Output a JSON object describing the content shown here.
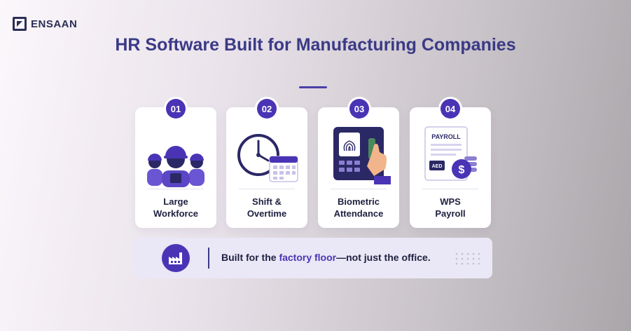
{
  "brand": {
    "name": "ENSAAN"
  },
  "title": "HR Software Built for Manufacturing Companies",
  "cards": [
    {
      "number": "01",
      "line1": "Large",
      "line2": "Workforce",
      "icon": "workers-icon"
    },
    {
      "number": "02",
      "line1": "Shift &",
      "line2": "Overtime",
      "icon": "clock-calendar-icon"
    },
    {
      "number": "03",
      "line1": "Biometric",
      "line2": "Attendance",
      "icon": "fingerprint-scanner-icon"
    },
    {
      "number": "04",
      "line1": "WPS",
      "line2": "Payroll",
      "icon": "payroll-document-icon",
      "doc_title": "PAYROLL",
      "currency": "AED"
    }
  ],
  "banner": {
    "prefix": "Built for the ",
    "highlight": "factory floor",
    "suffix": "—not just the office.",
    "icon": "factory-icon"
  },
  "colors": {
    "accent": "#4a34b5",
    "title": "#3b3a86",
    "banner_bg": "#eae7f6"
  }
}
